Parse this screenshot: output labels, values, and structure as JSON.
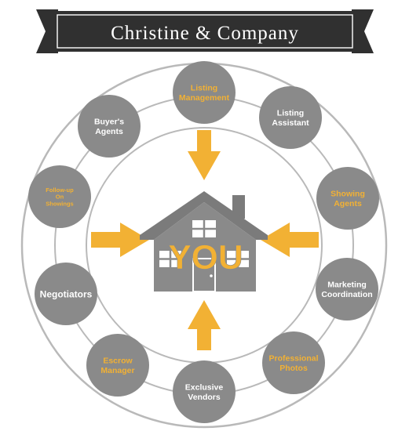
{
  "title": "Christine & Company",
  "center_label": "YOU",
  "nodes": [
    {
      "id": "listing-management",
      "lines": [
        "Listing",
        "Management"
      ],
      "text_color": "orange"
    },
    {
      "id": "listing-assistant",
      "lines": [
        "Listing",
        "Assistant"
      ],
      "text_color": "white"
    },
    {
      "id": "showing-agents",
      "lines": [
        "Showing",
        "Agents"
      ],
      "text_color": "orange"
    },
    {
      "id": "marketing-coordination",
      "lines": [
        "Marketing",
        "Coordination"
      ],
      "text_color": "white"
    },
    {
      "id": "professional-photos",
      "lines": [
        "Professional",
        "Photos"
      ],
      "text_color": "orange"
    },
    {
      "id": "exclusive-vendors",
      "lines": [
        "Exclusive",
        "Vendors"
      ],
      "text_color": "white"
    },
    {
      "id": "escrow-manager",
      "lines": [
        "Escrow",
        "Manager"
      ],
      "text_color": "orange"
    },
    {
      "id": "negotiators",
      "lines": [
        "Negotiators"
      ],
      "text_color": "white"
    },
    {
      "id": "follow-up-on-showings",
      "lines": [
        "Follow-up",
        "On",
        "Showings"
      ],
      "text_color": "orange"
    },
    {
      "id": "buyers-agents",
      "lines": [
        "Buyer's",
        "Agents"
      ],
      "text_color": "white"
    }
  ],
  "colors": {
    "gray": "#8a8a8a",
    "dark_gray": "#7b7b7b",
    "ring": "#b9b9b9",
    "orange": "#f2b134",
    "banner": "#303030",
    "white": "#ffffff"
  }
}
